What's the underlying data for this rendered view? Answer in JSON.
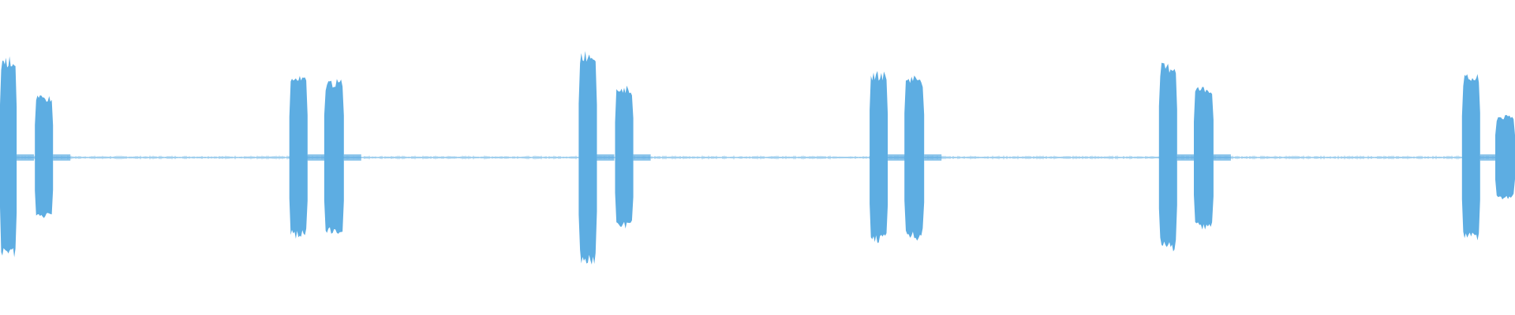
{
  "waveform": {
    "color": "#5dade2",
    "baseline_amplitude": 0.012,
    "bursts": [
      {
        "start": 0.0,
        "end": 0.011,
        "amplitude": 0.62
      },
      {
        "start": 0.023,
        "end": 0.035,
        "amplitude": 0.38
      },
      {
        "start": 0.191,
        "end": 0.203,
        "amplitude": 0.5
      },
      {
        "start": 0.214,
        "end": 0.227,
        "amplitude": 0.48
      },
      {
        "start": 0.382,
        "end": 0.394,
        "amplitude": 0.66
      },
      {
        "start": 0.406,
        "end": 0.418,
        "amplitude": 0.44
      },
      {
        "start": 0.574,
        "end": 0.586,
        "amplitude": 0.53
      },
      {
        "start": 0.597,
        "end": 0.61,
        "amplitude": 0.51
      },
      {
        "start": 0.765,
        "end": 0.777,
        "amplitude": 0.58
      },
      {
        "start": 0.788,
        "end": 0.801,
        "amplitude": 0.44
      },
      {
        "start": 0.965,
        "end": 0.977,
        "amplitude": 0.51
      },
      {
        "start": 0.987,
        "end": 1.0,
        "amplitude": 0.26
      }
    ]
  }
}
